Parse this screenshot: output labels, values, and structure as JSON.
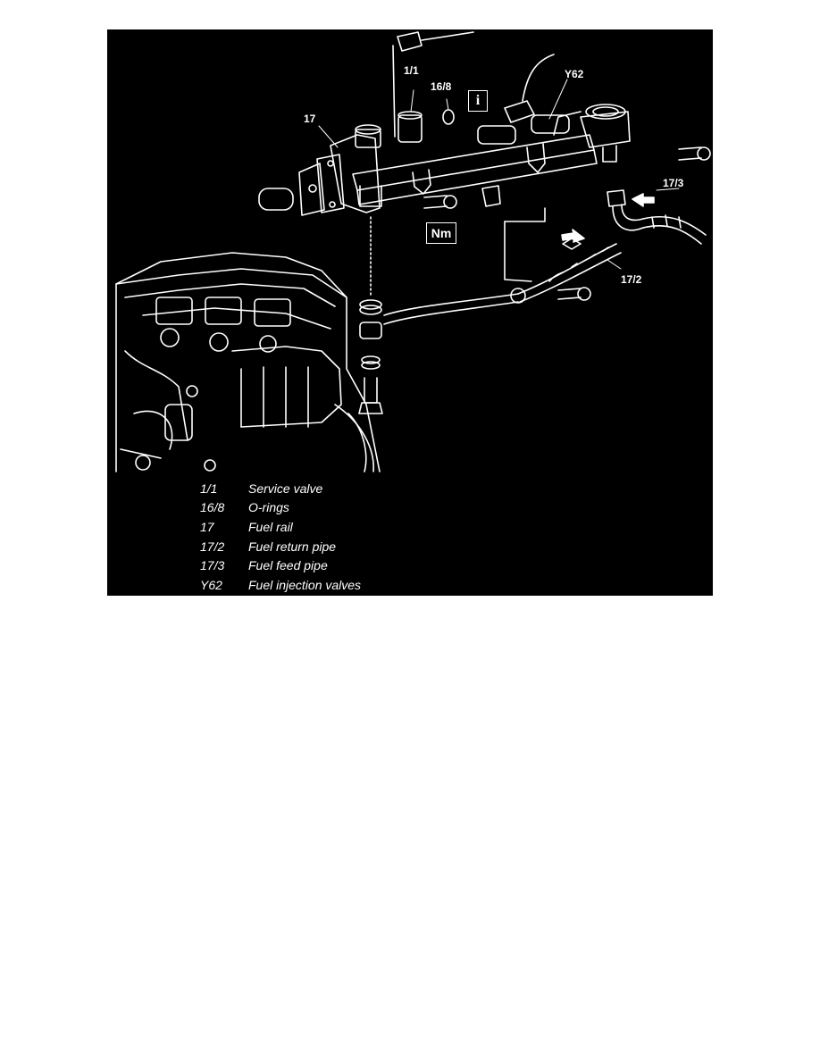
{
  "colors": {
    "page": "#ffffff",
    "figure": "#000000",
    "line": "#ffffff"
  },
  "callouts": {
    "service_valve": "1/1",
    "o_rings": "16/8",
    "fuel_rail": "17",
    "injection_valves": "Y62",
    "feed_pipe": "17/3",
    "return_pipe": "17/2"
  },
  "badges": {
    "info": "i",
    "torque": "Nm"
  },
  "legend": [
    {
      "code": "1/1",
      "desc": "Service valve"
    },
    {
      "code": "16/8",
      "desc": "O-rings"
    },
    {
      "code": "17",
      "desc": "Fuel rail"
    },
    {
      "code": "17/2",
      "desc": "Fuel return pipe"
    },
    {
      "code": "17/3",
      "desc": "Fuel feed pipe"
    },
    {
      "code": "Y62",
      "desc": "Fuel injection valves"
    }
  ]
}
